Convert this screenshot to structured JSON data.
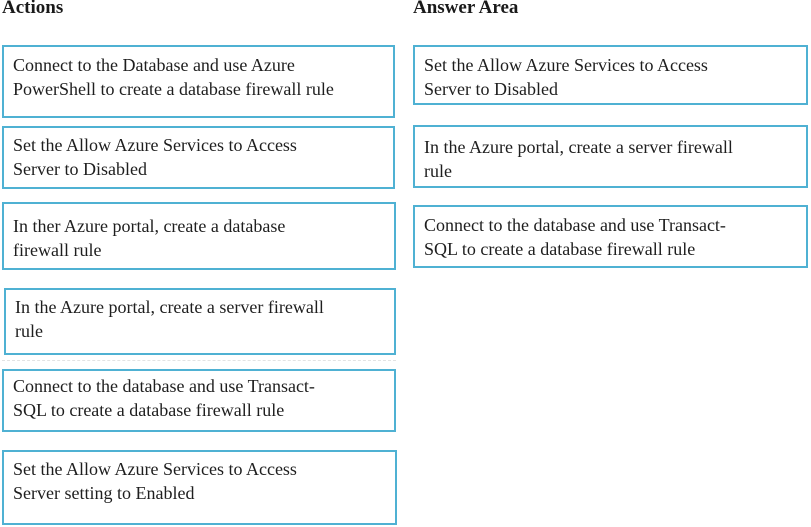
{
  "headings": {
    "actions": "Actions",
    "answer_area": "Answer Area"
  },
  "actions": [
    {
      "line1": "Connect to the Database and use Azure",
      "line2": "PowerShell to create a database firewall rule"
    },
    {
      "line1": "Set the Allow Azure Services to Access",
      "line2": "Server to Disabled"
    },
    {
      "line1": "In ther Azure portal, create a database",
      "line2": "firewall rule"
    },
    {
      "line1": "In the Azure portal, create a server firewall",
      "line2": "rule"
    },
    {
      "line1": "Connect to the database and use Transact-",
      "line2": "SQL to create a database firewall rule"
    },
    {
      "line1": "Set the Allow Azure Services to Access",
      "line2": "Server setting to Enabled"
    }
  ],
  "answer_area": [
    {
      "line1": "Set the Allow Azure Services to Access",
      "line2": "Server to Disabled"
    },
    {
      "line1": "In the Azure portal, create a server firewall",
      "line2": "rule"
    },
    {
      "line1": "Connect to the database and use Transact-",
      "line2": "SQL to create a database firewall rule"
    }
  ],
  "colors": {
    "box_border": "#4fb1d3",
    "text": "#1e1e1e",
    "background": "#ffffff"
  }
}
